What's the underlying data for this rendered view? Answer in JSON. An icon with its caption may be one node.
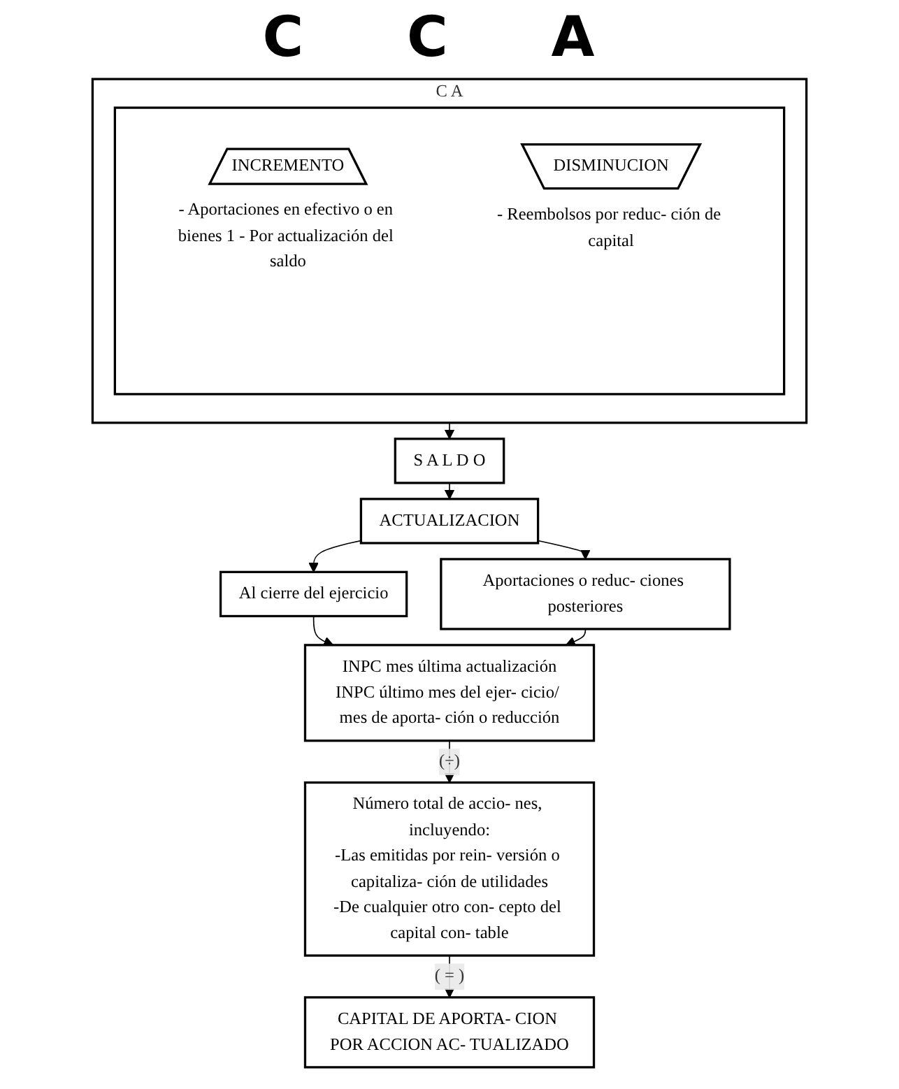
{
  "diagram": {
    "title": "C C A",
    "nodes": [
      {
        "text": [
          "C A"
        ]
      },
      {
        "text": [],
        "shape": "box",
        "in": 0
      },
      {
        "text": [
          "INCREMENTO"
        ],
        "in": 1,
        "beside": [
          "- Aportaciones en efectivo o en bienes 1 - Por actualización del saldo"
        ]
      },
      {
        "text": [
          "DISMINUCION"
        ],
        "in": 1,
        "beside": [
          "- Reembolsos por reduc- ción de capital"
        ]
      },
      {
        "text": [
          "S A L D O"
        ]
      },
      {
        "text": [
          "ACTUALIZACION"
        ]
      },
      {
        "text": [
          "Al cierre del ejercicio"
        ]
      },
      {
        "text": [
          "Aportaciones o reduc- ciones posteriores"
        ]
      },
      {
        "text": [
          "INPC mes última actualización",
          "INPC último mes del ejer- cicio/ mes de aporta- ción o reducción"
        ]
      },
      {
        "text": [
          "Número total de accio- nes, incluyendo:",
          "-Las emitidas por rein- versión o capitaliza- ción de utilidades",
          "-De cualquier otro con- cepto del capital con- table"
        ]
      },
      {
        "text": [
          "CAPITAL DE APORTA- CION POR ACCION AC- TUALIZADO"
        ]
      }
    ],
    "edges": [
      {
        "from": 0,
        "to": 4,
        "arrow": "to"
      },
      {
        "from": 4,
        "to": 5,
        "arrow": "to"
      },
      {
        "from": 5,
        "to": 6,
        "arrow": "to"
      },
      {
        "from": 5,
        "to": 7,
        "arrow": "to"
      },
      {
        "from": 6,
        "to": 8,
        "arrow": "to"
      },
      {
        "from": 7,
        "to": 8,
        "arrow": "to"
      },
      {
        "from": 8,
        "to": 9,
        "arrow": "to",
        "label": "(÷)"
      },
      {
        "from": 9,
        "to": 10,
        "arrow": "to",
        "label": "( = )"
      }
    ]
  }
}
